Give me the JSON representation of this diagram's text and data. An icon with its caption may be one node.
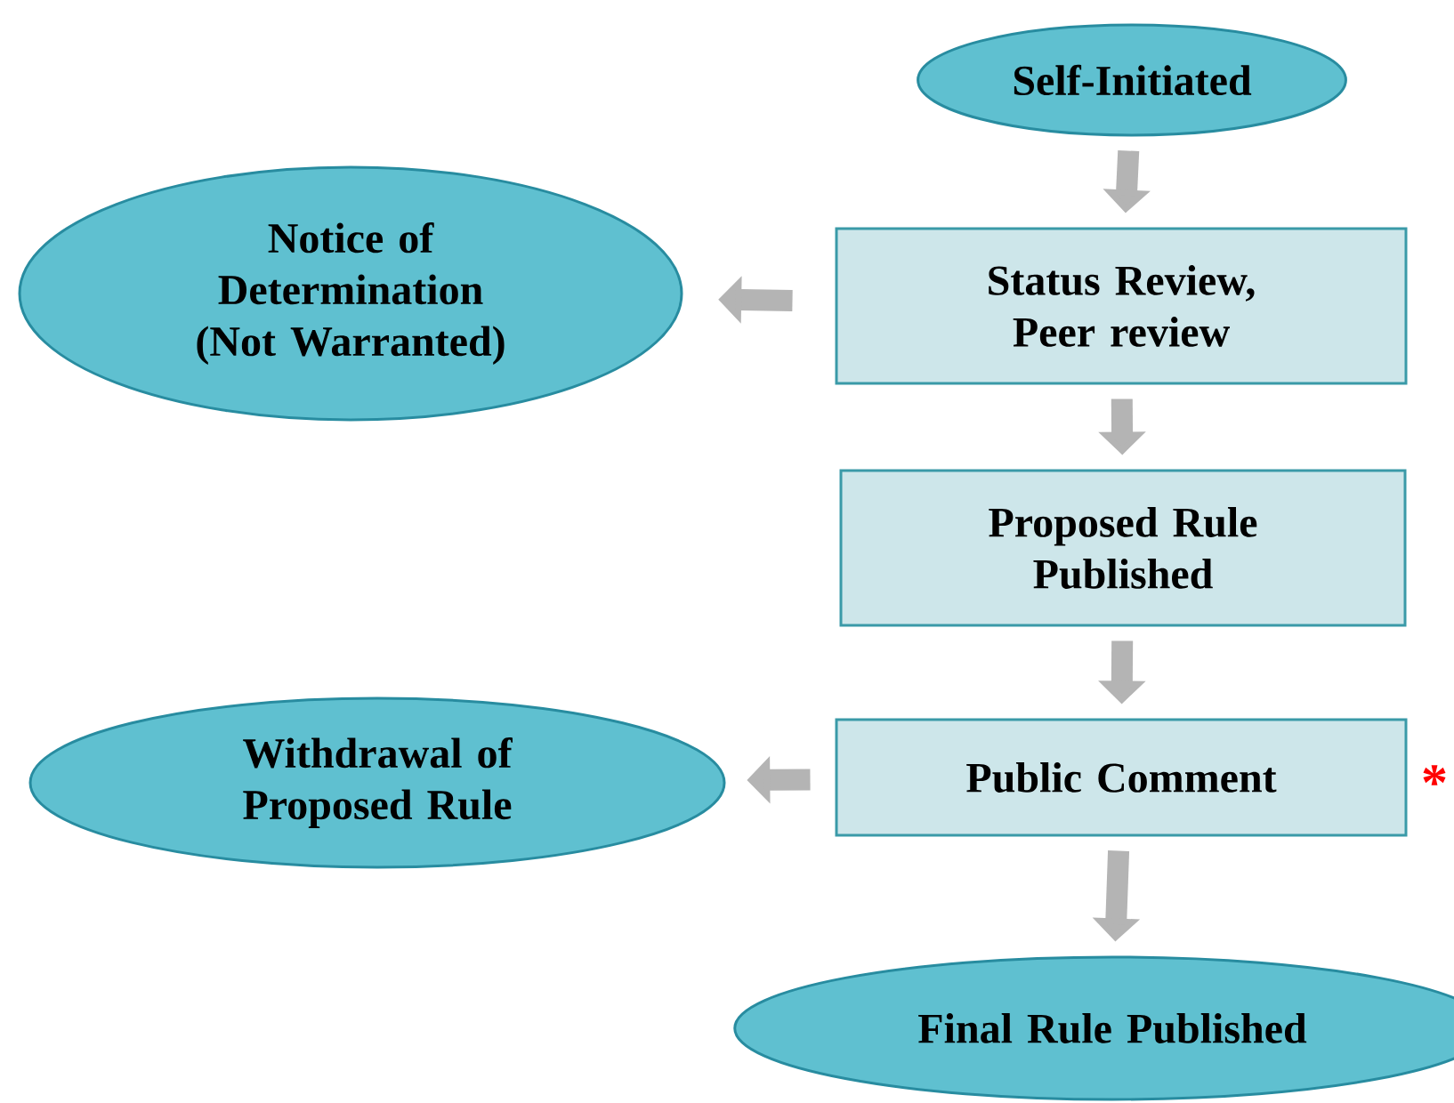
{
  "diagram": {
    "nodes": [
      {
        "text": [
          "Self-Initiated"
        ]
      },
      {
        "text": [
          "Status Review, Peer review"
        ]
      },
      {
        "text": [
          "Notice of Determination (Not Warranted)"
        ]
      },
      {
        "text": [
          "Proposed Rule Published"
        ]
      },
      {
        "text": [
          "Public Comment"
        ]
      },
      {
        "text": [
          "Withdrawal of Proposed Rule"
        ]
      },
      {
        "text": [
          "Final Rule Published"
        ]
      }
    ],
    "edges": [
      {
        "from": 0,
        "to": 1,
        "arrow": "to"
      },
      {
        "from": 1,
        "to": 2,
        "arrow": "to"
      },
      {
        "from": 1,
        "to": 3,
        "arrow": "to"
      },
      {
        "from": 3,
        "to": 4,
        "arrow": "to"
      },
      {
        "from": 4,
        "to": 5,
        "arrow": "to"
      },
      {
        "from": 4,
        "to": 6,
        "arrow": "to"
      }
    ],
    "labels": [
      "*"
    ]
  }
}
